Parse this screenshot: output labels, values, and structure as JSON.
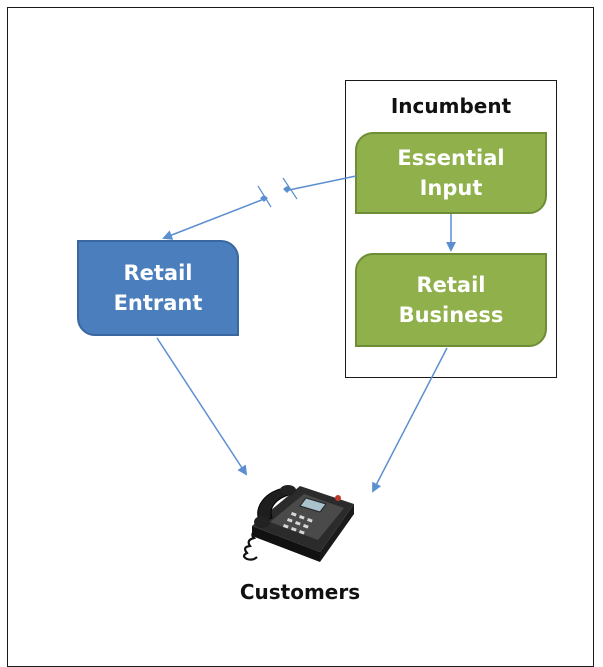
{
  "incumbent": {
    "title": "Incumbent"
  },
  "nodes": {
    "essential_input": "Essential\nInput",
    "retail_business": "Retail\nBusiness",
    "retail_entrant": "Retail\nEntrant"
  },
  "customers": {
    "label": "Customers"
  },
  "colors": {
    "green_fill": "#8fb04a",
    "blue_fill": "#4a7ebd",
    "arrow": "#5b8fd0",
    "border": "#1a1a1a"
  },
  "icons": {
    "customers": "desk-phone-icon"
  }
}
